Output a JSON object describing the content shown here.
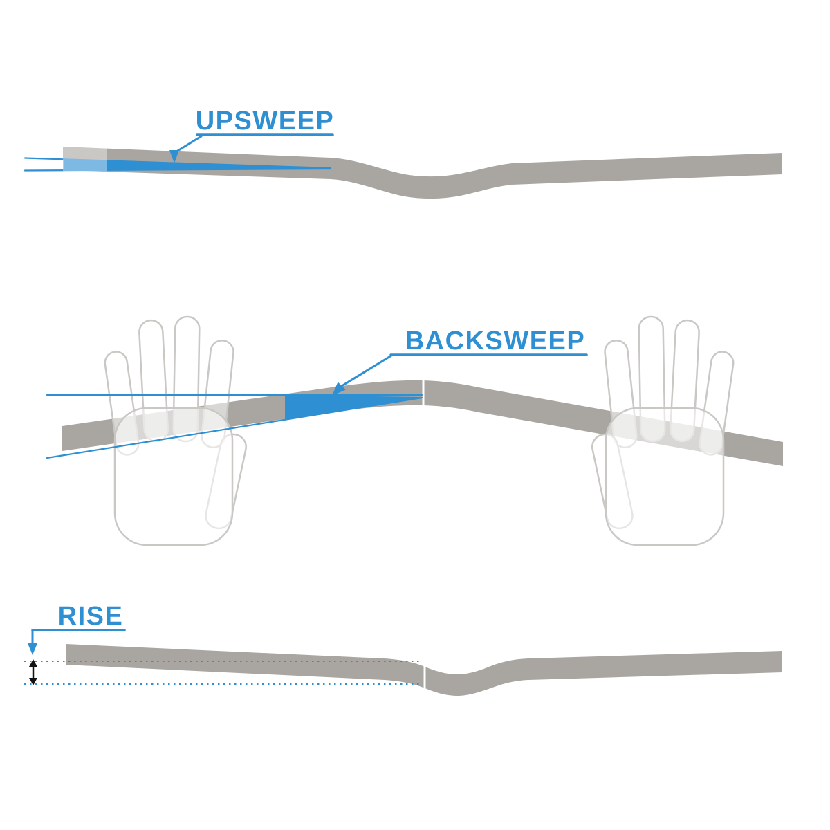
{
  "diagram": {
    "name": "handlebar-geometry",
    "labels": {
      "upsweep": "UPSWEEP",
      "backsweep": "BACKSWEEP",
      "rise": "RISE"
    },
    "colors": {
      "accent_blue": "#2E8FD2",
      "bar_gray": "#A9A6A2",
      "hand_outline_gray": "#CAC8C5",
      "measurement_black": "#111111",
      "background": "#FFFFFF"
    }
  }
}
